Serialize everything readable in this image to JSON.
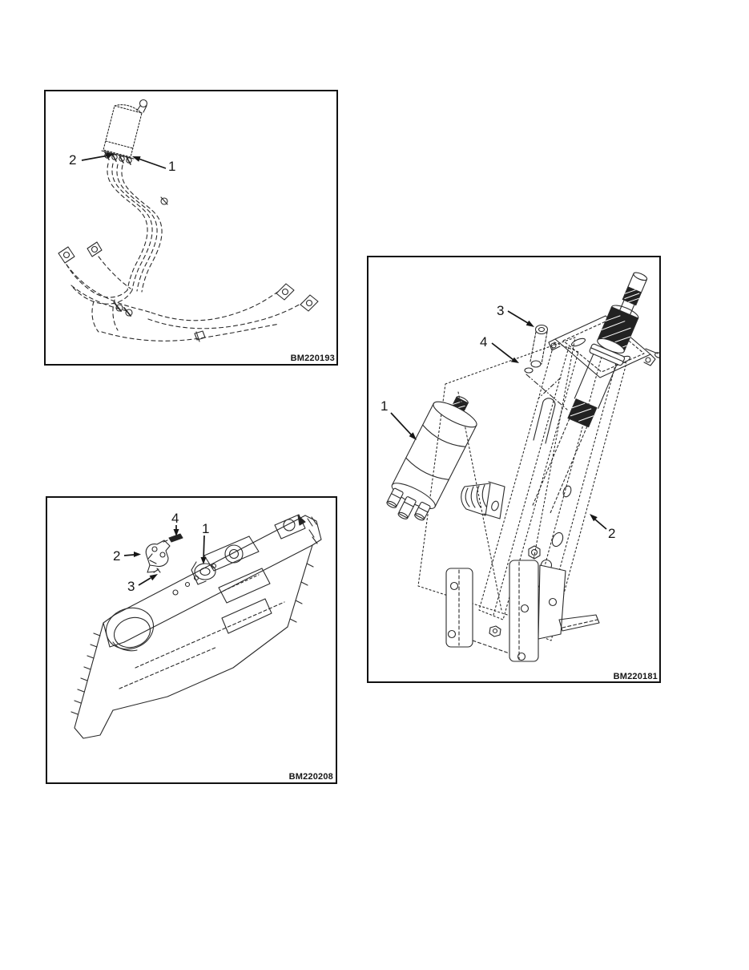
{
  "page": {
    "background": "#ffffff",
    "ink_color": "#2a2a2a"
  },
  "figures": [
    {
      "id": "BM220193",
      "name": "hydraulic-hose-assembly",
      "callouts": [
        {
          "label": "2"
        },
        {
          "label": "1"
        }
      ]
    },
    {
      "id": "BM220208",
      "name": "console-assembly",
      "callouts": [
        {
          "label": "4"
        },
        {
          "label": "2"
        },
        {
          "label": "1"
        },
        {
          "label": "3"
        }
      ]
    },
    {
      "id": "BM220181",
      "name": "steering-column-assembly",
      "callouts": [
        {
          "label": "3"
        },
        {
          "label": "4"
        },
        {
          "label": "1"
        },
        {
          "label": "2"
        }
      ]
    }
  ]
}
